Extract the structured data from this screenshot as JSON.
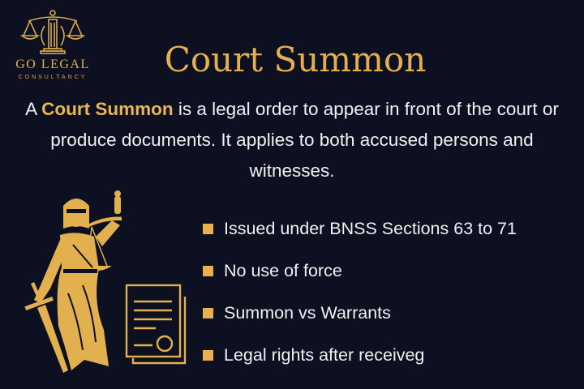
{
  "brand": {
    "name": "GO LEGAL",
    "tagline": "CONSULTANCY",
    "logo_icon": "scales-of-justice-icon"
  },
  "colors": {
    "background": "#0d1020",
    "gold": "#e3b04f",
    "text": "#f1f1f1"
  },
  "title": "Court Summon",
  "intro": {
    "prefix": "A ",
    "highlight": "Court Summon",
    "rest": " is a legal order to appear in front of the court or produce documents. It applies to both accused persons and witnesses."
  },
  "bullets": [
    {
      "text": "Issued under BNSS Sections 63 to 71"
    },
    {
      "text": "No use of force"
    },
    {
      "text": "Summon vs Warrants"
    },
    {
      "text": "Legal rights after receiveg"
    }
  ],
  "illustrations": {
    "figure": "lady-justice-icon",
    "document": "document-seal-icon"
  }
}
